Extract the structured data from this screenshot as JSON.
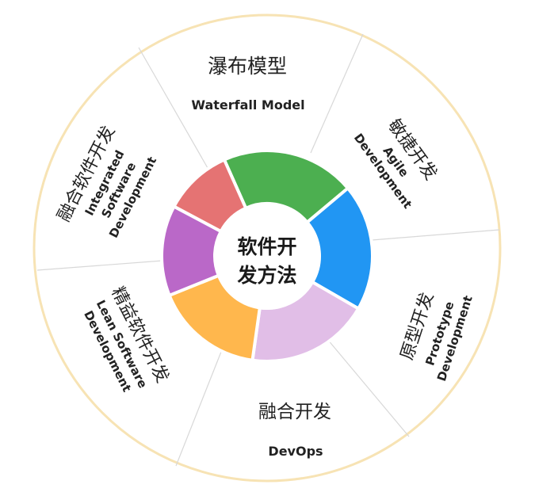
{
  "center": {
    "line1": "软件开",
    "line2": "发方法"
  },
  "segments": [
    {
      "key": "waterfall",
      "zh": "瀑布模型",
      "en_lines": [
        "Waterfall Model"
      ],
      "color": "#4caf50"
    },
    {
      "key": "agile",
      "zh": "敏捷开发",
      "en_lines": [
        "Agile",
        "Development"
      ],
      "color": "#2196f3"
    },
    {
      "key": "prototype",
      "zh": "原型开发",
      "en_lines": [
        "Prototype",
        "Development"
      ],
      "color": "#e1bee7"
    },
    {
      "key": "devops",
      "zh": "融合开发",
      "en_lines": [
        "DevOps"
      ],
      "color": "#ffb74d"
    },
    {
      "key": "lean",
      "zh": "精益软件开发",
      "en_lines": [
        "Lean Software",
        "Development"
      ],
      "color": "#ba68c8"
    },
    {
      "key": "integrated",
      "zh": "融合软件开发",
      "en_lines": [
        "Integrated",
        "Software",
        "Development"
      ],
      "color": "#e57373"
    }
  ],
  "colors": {
    "outer_ring": "#f7e3b4",
    "divider": "#d8d8d8",
    "gap": "#ffffff"
  }
}
